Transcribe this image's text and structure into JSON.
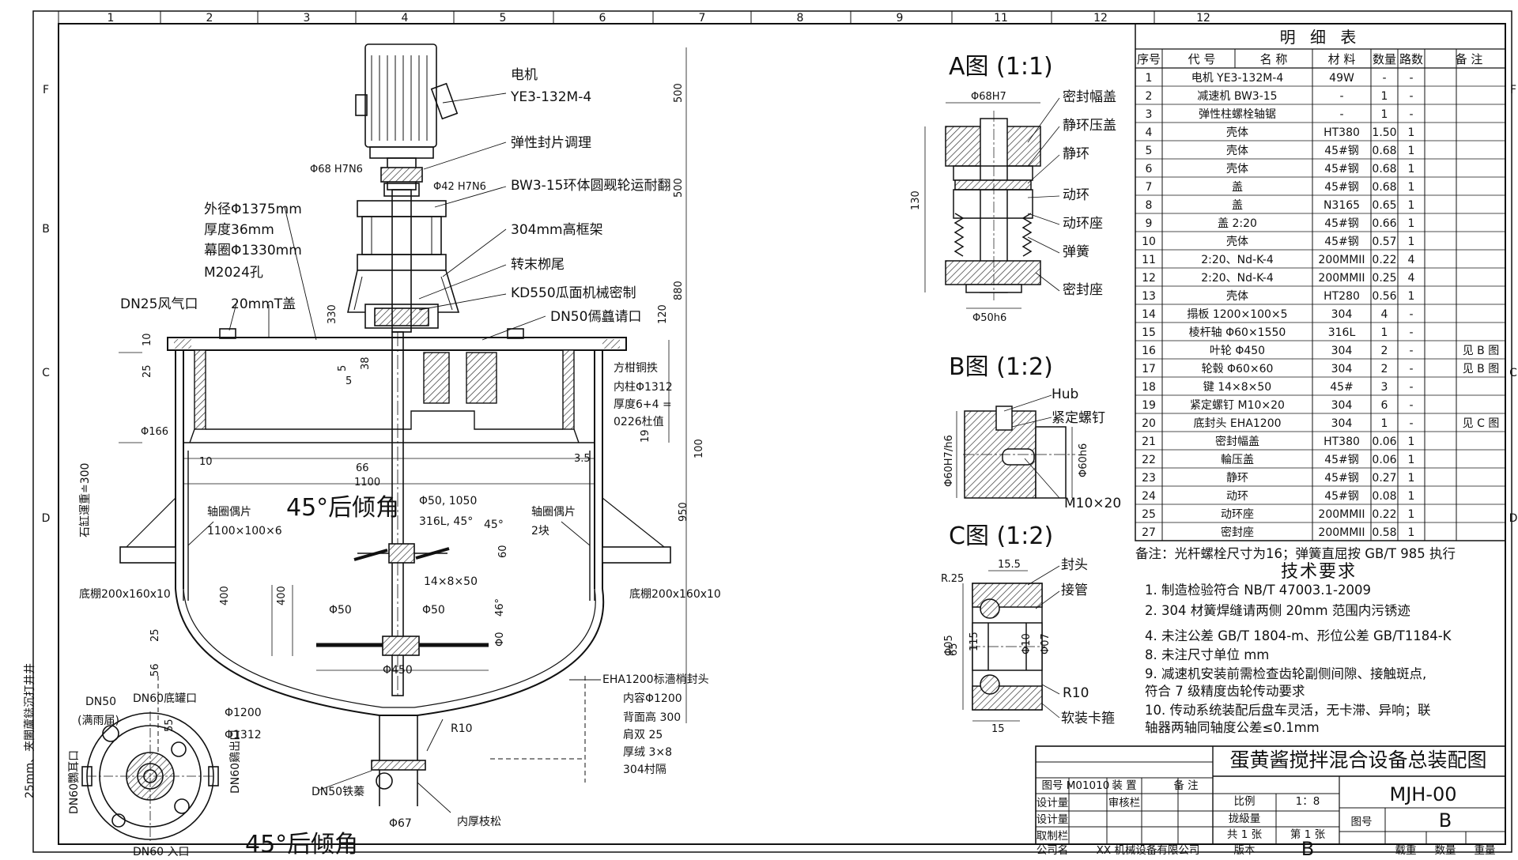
{
  "grid": {
    "columns": [
      "1",
      "2",
      "3",
      "4",
      "5",
      "6",
      "7",
      "8",
      "9",
      "11",
      "12",
      "12"
    ],
    "rows_left": [
      "F",
      "B",
      "C",
      "D"
    ],
    "rows_right": [
      "F",
      "C",
      "D"
    ]
  },
  "main_view": {
    "callouts": [
      "电机",
      "YE3-132M-4",
      "弹性封片调理",
      "BW3-15环体圆觋轮运耐翻",
      "304mm高框架",
      "转末栁尾",
      "KD550瓜面机械密制",
      "DN50傿蠤请口",
      "外径Φ1375mm",
      "厚度36mm",
      "幕圈Φ1330mm",
      "M2024孔",
      "DN25风气口",
      "20mmT盖",
      "方柑铜抶",
      "内柱Φ1312",
      "厚度6+4 =",
      "0226杜值",
      "轴圈偶片",
      "1100×100×6",
      "轴圈偶片",
      "2块",
      "45°后倾角",
      "Φ50, 1050",
      "316L, 45°",
      "45°",
      "14×8×50",
      "底棚200x160x10",
      "底棚200x160x10",
      "Φ50",
      "Φ50",
      "Φ450",
      "EHA1200标濇梢封头",
      "内容Φ1200",
      "背面高 300",
      "肩双 25",
      "厚绒 3×8",
      "304村隔",
      "R10",
      "DN50铁蓁",
      "Φ67",
      "内厚枝松",
      "DN50",
      "(满雨届)",
      "DN60底罐口",
      "Φ1200",
      "Φ1312",
      "DN60鷄出口",
      "DN60鸚耳口",
      "DN60 入口",
      "45°后倾角",
      "石缸運重≐300",
      "25mm、夹闔蘆鍅沉打井井"
    ],
    "dims": [
      "Φ68 H7N6",
      "Φ42 H7N6",
      "500",
      "500",
      "880",
      "330",
      "120",
      "10",
      "25",
      "5",
      "38",
      "5",
      "Φ166",
      "10",
      "66",
      "3.5",
      "1100",
      "19",
      "100",
      "950",
      "60",
      "400",
      "400",
      "25",
      "56",
      "55",
      "Φ0",
      "46°"
    ]
  },
  "detail_a": {
    "title": "A图 (1:1)",
    "dims": [
      "Φ68H7",
      "130",
      "Φ50h6"
    ],
    "labels": [
      "密封幅盖",
      "静环压盖",
      "静环",
      "动环",
      "动环座",
      "弹簧",
      "密封座"
    ]
  },
  "detail_b": {
    "title": "B图 (1:2)",
    "labels": [
      "Hub",
      "紧定螺钉",
      "M10×20"
    ],
    "dims": [
      "Φ60H7/h6",
      "Φ60h6"
    ]
  },
  "detail_c": {
    "title": "C图 (1:2)",
    "labels": [
      "封头",
      "接管",
      "R10",
      "软装卡箍"
    ],
    "dims": [
      "15.5",
      "R.25",
      "65",
      "115",
      "Φ05",
      "Φ10",
      "Φ07",
      "15"
    ]
  },
  "bom": {
    "title": "明 细 表",
    "headers": [
      "序号",
      "代 号",
      "名 称",
      "材 料",
      "数量",
      "路数",
      "备 注"
    ],
    "rows": [
      [
        "1",
        "电机 YE3-132M-4",
        "49W",
        "-",
        "-",
        ""
      ],
      [
        "2",
        "减速机 BW3-15",
        "-",
        "1",
        "-",
        ""
      ],
      [
        "3",
        "弹性柱螺栓轴锯",
        "-",
        "1",
        "-",
        ""
      ],
      [
        "4",
        "壳体",
        "HT380",
        "1.50",
        "1",
        ""
      ],
      [
        "5",
        "壳体",
        "45#钢",
        "0.68",
        "1",
        ""
      ],
      [
        "6",
        "壳体",
        "45#钢",
        "0.68",
        "1",
        ""
      ],
      [
        "7",
        "盖",
        "45#钢",
        "0.68",
        "1",
        ""
      ],
      [
        "8",
        "盖",
        "N3165",
        "0.65",
        "1",
        ""
      ],
      [
        "9",
        "盖 2:20",
        "45#钢",
        "0.66",
        "1",
        ""
      ],
      [
        "10",
        "壳体",
        "45#钢",
        "0.57",
        "1",
        ""
      ],
      [
        "11",
        "2:20、Nd-K-4",
        "200MMII",
        "0.22",
        "4",
        ""
      ],
      [
        "12",
        "2:20、Nd-K-4",
        "200MMII",
        "0.25",
        "4",
        ""
      ],
      [
        "13",
        "壳体",
        "HT280",
        "0.56",
        "1",
        ""
      ],
      [
        "14",
        "搨板 1200×100×5",
        "304",
        "4",
        "-",
        ""
      ],
      [
        "15",
        "棱杆轴 Φ60×1550",
        "316L",
        "1",
        "-",
        ""
      ],
      [
        "16",
        "叶轮 Φ450",
        "304",
        "2",
        "-",
        "见 B 图"
      ],
      [
        "17",
        "轮毂 Φ60×60",
        "304",
        "2",
        "-",
        "见 B 图"
      ],
      [
        "18",
        "键 14×8×50",
        "45#",
        "3",
        "-",
        ""
      ],
      [
        "19",
        "紧定螺钉 M10×20",
        "304",
        "6",
        "-",
        ""
      ],
      [
        "20",
        "底封头 EHA1200",
        "304",
        "1",
        "-",
        "见 C 图"
      ],
      [
        "21",
        "密封幅盖",
        "HT380",
        "0.06",
        "1",
        ""
      ],
      [
        "22",
        "輪压盖",
        "45#钢",
        "0.06",
        "1",
        ""
      ],
      [
        "23",
        "静环",
        "45#钢",
        "0.27",
        "1",
        ""
      ],
      [
        "24",
        "动环",
        "45#钢",
        "0.08",
        "1",
        ""
      ],
      [
        "25",
        "动环座",
        "200MMII",
        "0.22",
        "1",
        ""
      ],
      [
        "27",
        "密封座",
        "200MMII",
        "0.58",
        "1",
        ""
      ]
    ],
    "note": "备注：光杆螺栓尺寸为16；弹簧直屈按 GB/T 985 执行"
  },
  "requirements": {
    "title": "技术要求",
    "items": [
      "1. 制造检验符合 NB/T 47003.1-2009",
      "2. 304 材簧焊缝请两侧 20mm 范围内污锈迹",
      "4. 未注公差 GB/T 1804-m、形位公差 GB/T1184-K",
      "8. 未注尺寸单位 mm",
      "9. 减速机安装前需检查齿轮副侧间隙、接触斑点,",
      "    符合 7 级精度齿轮传动要求",
      "10. 传动系统装配后盘车灵活，无卡滞、异响；联",
      "    轴器两轴同轴度公差≤0.1mm"
    ]
  },
  "title_block": {
    "title": "蛋黄酱搅拌混合设备总装配图",
    "code": "MJH-00",
    "drawing_no_label": "图号",
    "drawing_no": "M01010",
    "assembly_label": "装 置",
    "remark_label": "备 注",
    "designer_label": "设计量",
    "review_label": "审核栏",
    "designer2_label": "设计量",
    "craft_label": "取制栏",
    "company_label": "公司名",
    "company": "XX 机械设备有限公司",
    "scale_label": "比例",
    "scale": "1：8",
    "weight_label": "拢級量",
    "sheets_total": "共 1 张",
    "sheet_no": "第 1 张",
    "version_label": "版本",
    "version": "B",
    "figure_label": "图号",
    "figure_value": "B",
    "col_labels": [
      "载重",
      "数量",
      "重量"
    ]
  }
}
